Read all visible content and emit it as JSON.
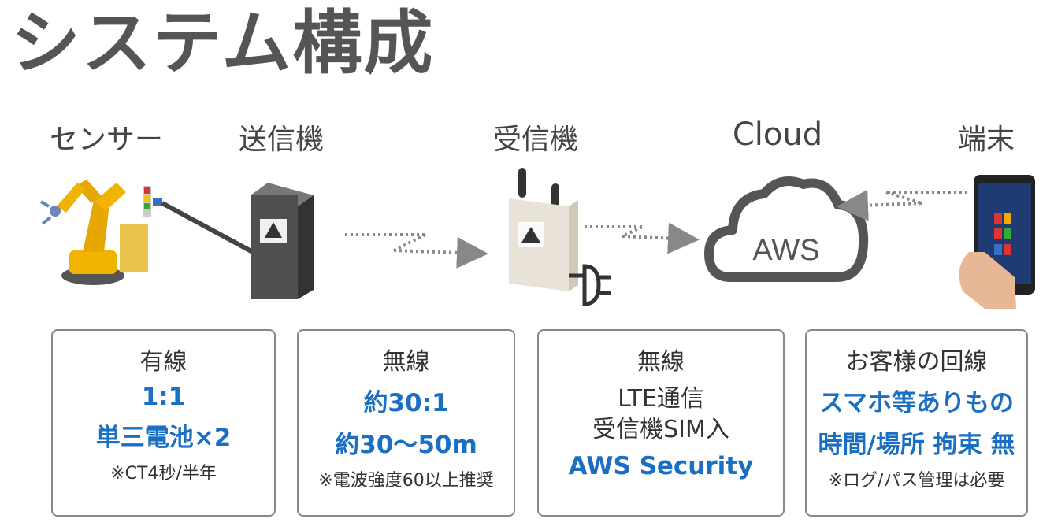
{
  "title": "システム構成",
  "components": {
    "sensor": "センサー",
    "transmitter": "送信機",
    "receiver": "受信機",
    "cloud": "Cloud",
    "terminal": "端末",
    "cloud_badge": "AWS"
  },
  "boxes": [
    {
      "head": "有線",
      "blue1": "1:1",
      "blue2": "単三電池×2",
      "note": "※CT4秒/半年"
    },
    {
      "head": "無線",
      "blue1": "約30:1",
      "blue2": "約30～50m",
      "note": "※電波強度60以上推奨"
    },
    {
      "head": "無線",
      "plain1": "LTE通信",
      "plain2": "受信機SIM入",
      "blue1": "AWS Security"
    },
    {
      "head": "お客様の回線",
      "blue1": "スマホ等ありもの",
      "blue2": "時間/場所 拘束 無",
      "note": "※ログ/パス管理は必要"
    }
  ],
  "colors": {
    "accent": "#1a6fc2",
    "title": "#555555",
    "border": "#888888"
  }
}
